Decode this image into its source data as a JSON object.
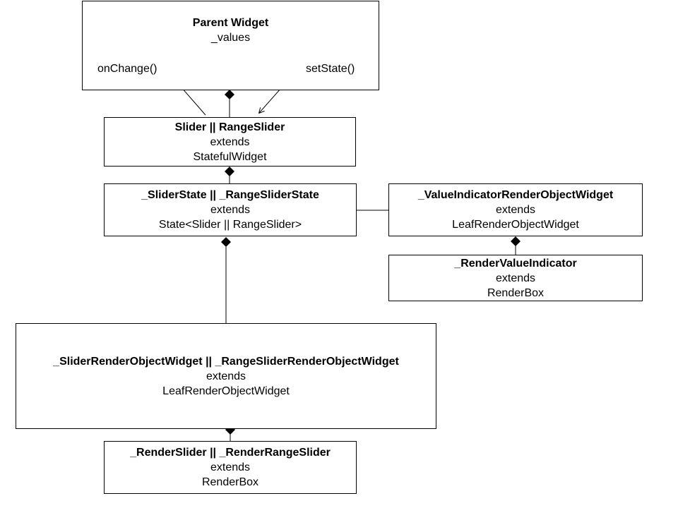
{
  "parent_widget": {
    "title": "Parent Widget",
    "field": "_values",
    "left_method": "onChange()",
    "right_method": "setState()"
  },
  "slider": {
    "title": "Slider || RangeSlider",
    "relation": "extends",
    "base": "StatefulWidget"
  },
  "slider_state": {
    "title": "_SliderState || _RangeSliderState",
    "relation": "extends",
    "base": "State<Slider || RangeSlider>"
  },
  "value_indicator_widget": {
    "title": "_ValueIndicatorRenderObjectWidget",
    "relation": "extends",
    "base": "LeafRenderObjectWidget"
  },
  "render_value_indicator": {
    "title": "_RenderValueIndicator",
    "relation": "extends",
    "base": "RenderBox"
  },
  "render_object_widget": {
    "title": "_SliderRenderObjectWidget || _RangeSliderRenderObjectWidget",
    "relation": "extends",
    "base": "LeafRenderObjectWidget"
  },
  "render_slider": {
    "title": "_RenderSlider || _RenderRangeSlider",
    "relation": "extends",
    "base": "RenderBox"
  }
}
